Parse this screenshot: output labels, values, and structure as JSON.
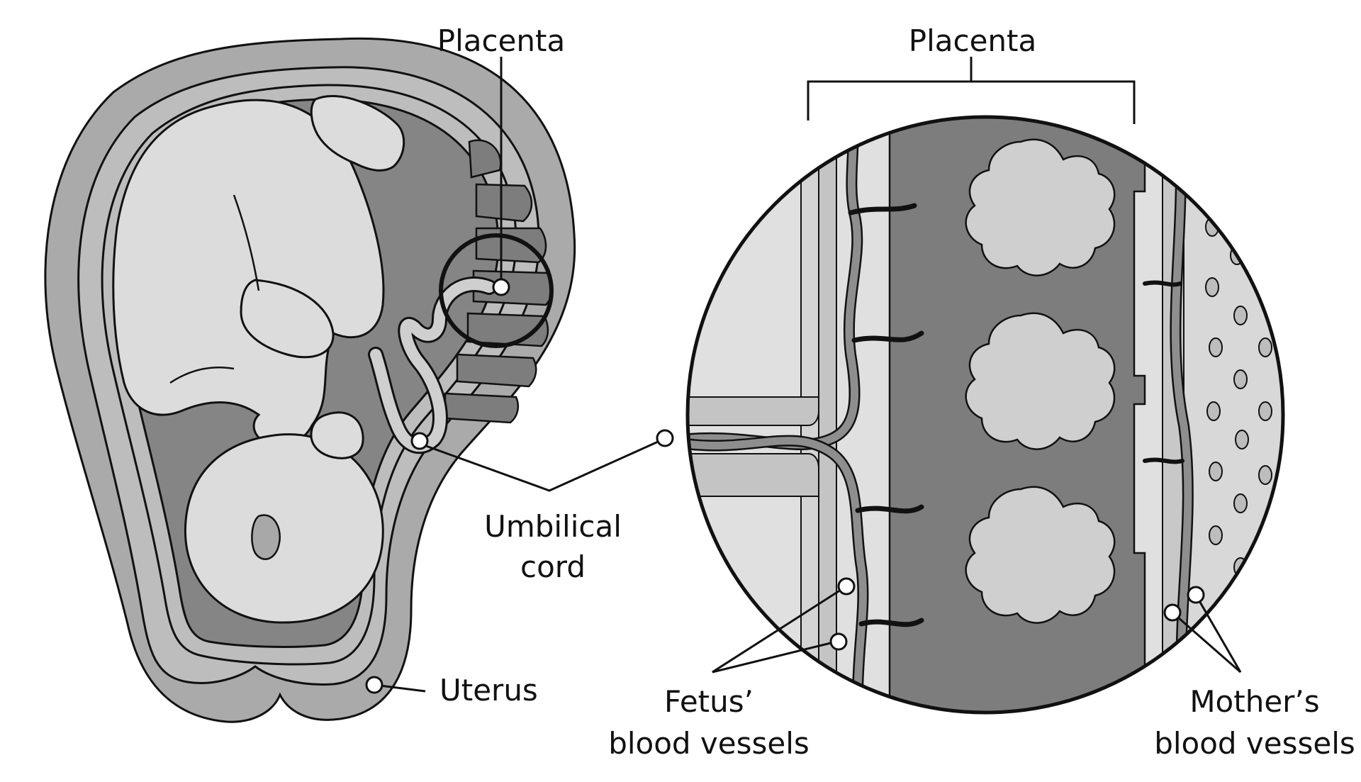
{
  "labels": {
    "placenta_left": "Placenta",
    "placenta_right": "Placenta",
    "umbilical_line1": "Umbilical",
    "umbilical_line2": "cord",
    "uterus": "Uterus",
    "fetus_line1": "Fetus’",
    "fetus_line2": "blood vessels",
    "mother_line1": "Mother’s",
    "mother_line2": "blood vessels"
  },
  "colors": {
    "ink": "#111111",
    "uterus_outer": "#aaaaaa",
    "uterus_inner": "#bdbdbd",
    "amniotic": "#858585",
    "fetus": "#dcdcdc",
    "placenta_dark": "#7d7d7d",
    "placenta_light": "#c8c8c8",
    "villi": "#cfcfcf",
    "vessel": "#8e8e8e",
    "background": "#ffffff"
  }
}
